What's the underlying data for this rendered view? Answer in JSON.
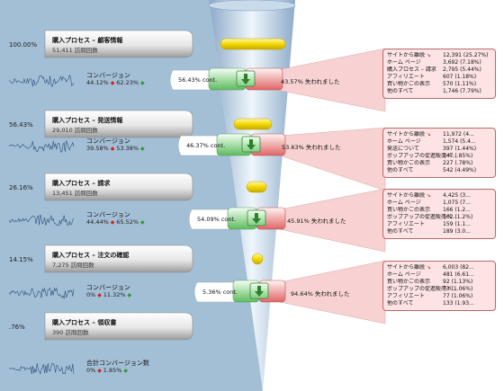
{
  "colors": {
    "panel": "#a3bfd6",
    "accent_red": "#d42020",
    "accent_green": "#2f9a2f",
    "exit_bg": "#fde3e3"
  },
  "steps": [
    {
      "pct": "100.00%",
      "title": "購入プロセス – 顧客情報",
      "visits": "51,411 訪問回数"
    },
    {
      "pct": "56.43%",
      "title": "購入プロセス – 発送情報",
      "visits": "29,010 訪問回数"
    },
    {
      "pct": "26.16%",
      "title": "購入プロセス – 請求",
      "visits": "13,451 訪問回数"
    },
    {
      "pct": "14.15%",
      "title": "購入プロセス – 注文の確認",
      "visits": "7,275 訪問回数"
    },
    {
      "pct": ".76%",
      "title": "購入プロセス – 領収書",
      "visits": "390 訪問回数"
    }
  ],
  "conversions": [
    {
      "label": "コンバージョン",
      "v1": "44.12%",
      "v2": "62.23%"
    },
    {
      "label": "コンバージョン",
      "v1": "39.58%",
      "v2": "53.38%"
    },
    {
      "label": "コンバージョン",
      "v1": "44.44%",
      "v2": "65.52%"
    },
    {
      "label": "コンバージョン",
      "v1": "0%",
      "v2": "11.32%"
    },
    {
      "label": "合計コンバージョン数",
      "v1": "0%",
      "v2": "1.85%"
    }
  ],
  "transitions": [
    {
      "cont": "56.43% cont.",
      "lost": "43.57% 失われました"
    },
    {
      "cont": "46.37% cont.",
      "lost": "53.63% 失われました"
    },
    {
      "cont": "54.09% cont.",
      "lost": "45.91% 失われました"
    },
    {
      "cont": "5.36% cont.",
      "lost": "94.64% 失われました"
    }
  ],
  "exits": [
    {
      "rows": [
        {
          "label": "サイトから離脱",
          "value": "12,391 (25.27%)",
          "icon": "exit-arrow-icon"
        },
        {
          "label": "ホーム ページ",
          "value": "3,692 (7.18%)"
        },
        {
          "label": "購入プロセス – 請求",
          "value": "2,795 (5.44%)"
        },
        {
          "label": "アフィリエート",
          "value": "607 (1.18%)"
        },
        {
          "label": "買い物かごの表示",
          "value": "570 (1.11%)"
        },
        {
          "label": "他のすべて",
          "value": "1,746 (7.79%)"
        }
      ]
    },
    {
      "rows": [
        {
          "label": "サイトから離脱",
          "value": "11,972 (4...",
          "icon": "exit-arrow-icon"
        },
        {
          "label": "ホーム ページ",
          "value": "1,574 (5.4..."
        },
        {
          "label": "発送について",
          "value": "397 (1.44%)"
        },
        {
          "label": "ポップアップの促進販売ペ...",
          "value": "247 (.85%)"
        },
        {
          "label": "買い物かごの表示",
          "value": "227 (.78%)"
        },
        {
          "label": "他のすべて",
          "value": "542 (4.49%)"
        }
      ]
    },
    {
      "rows": [
        {
          "label": "サイトから離脱",
          "value": "4,425 (3...",
          "icon": "exit-arrow-icon"
        },
        {
          "label": "ホーム ページ",
          "value": "1,075 (7..."
        },
        {
          "label": "買い物かごの表示",
          "value": "166 (1.2..."
        },
        {
          "label": "ポップアップの促進販売ペ...",
          "value": "162 (1.2%)"
        },
        {
          "label": "アフィリエート",
          "value": "159 (1.1..."
        },
        {
          "label": "他のすべて",
          "value": "189 (3.0..."
        }
      ]
    },
    {
      "rows": [
        {
          "label": "サイトから離脱",
          "value": "6,003 (82...",
          "icon": "exit-arrow-icon"
        },
        {
          "label": "ホーム ページ",
          "value": "481 (6.61..."
        },
        {
          "label": "買い物かごの表示",
          "value": "92 (1.13%)"
        },
        {
          "label": "ポップアップの促進販売ペ...",
          "value": "73 (1.06%)"
        },
        {
          "label": "アフィリエート",
          "value": "77 (1.06%)"
        },
        {
          "label": "他のすべて",
          "value": "133 (1.93..."
        }
      ]
    }
  ]
}
